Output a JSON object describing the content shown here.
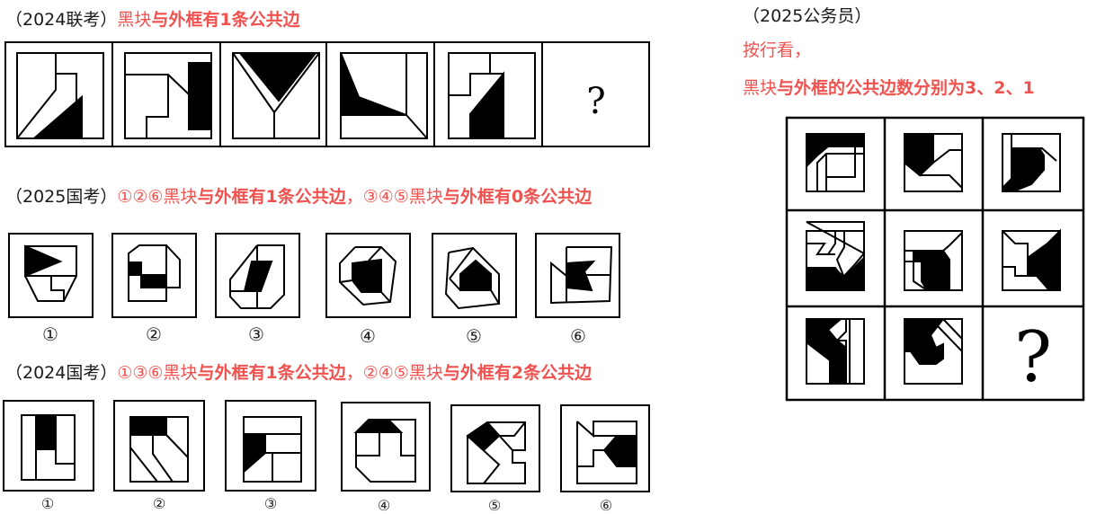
{
  "section_2024_joint": {
    "source": "（2024联考）",
    "rule_plain": "黑块",
    "rule_bold": "与外框有1条公共边",
    "question_mark": "?"
  },
  "section_2025_national": {
    "source": "（2025国考）",
    "group1_nums": "①②⑥",
    "group1_plain": "黑块",
    "group1_bold": "与外框有1条公共边",
    "separator": "，",
    "group2_nums": "③④⑤",
    "group2_plain": "黑块",
    "group2_bold": "与外框有0条公共边",
    "labels": [
      "①",
      "②",
      "③",
      "④",
      "⑤",
      "⑥"
    ]
  },
  "section_2024_national": {
    "source": "（2024国考）",
    "group1_nums": "①③⑥",
    "group1_plain": "黑块",
    "group1_bold": "与外框有1条公共边",
    "separator": "，",
    "group2_nums": "②④⑤",
    "group2_plain": "黑块",
    "group2_bold": "与外框有2条公共边",
    "labels": [
      "①",
      "②",
      "③",
      "④",
      "⑤",
      "⑥"
    ]
  },
  "section_2025_civil": {
    "source": "（2025公务员）",
    "line1": "按行看，",
    "line2_plain": "黑块",
    "line2_bold": "与外框的公共边数分别为3、2、1",
    "question_mark": "?"
  },
  "colors": {
    "accent_red": "#f0524f",
    "text": "#1a1a1a",
    "fill": "#000000"
  }
}
